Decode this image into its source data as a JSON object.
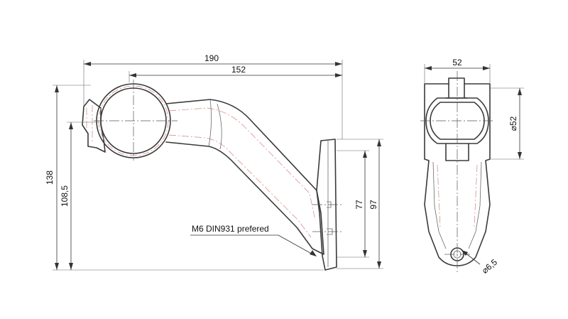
{
  "dimensions": {
    "overall_width": "190",
    "arm_length": "152",
    "total_height": "138",
    "lens_height": "108,5",
    "bolt_spacing": "77",
    "base_height": "97",
    "side_width": "52",
    "lens_diameter": "⌀52",
    "hole_diameter": "⌀6,5"
  },
  "notes": {
    "bolt_note": "M6 DIN931 prefered"
  }
}
